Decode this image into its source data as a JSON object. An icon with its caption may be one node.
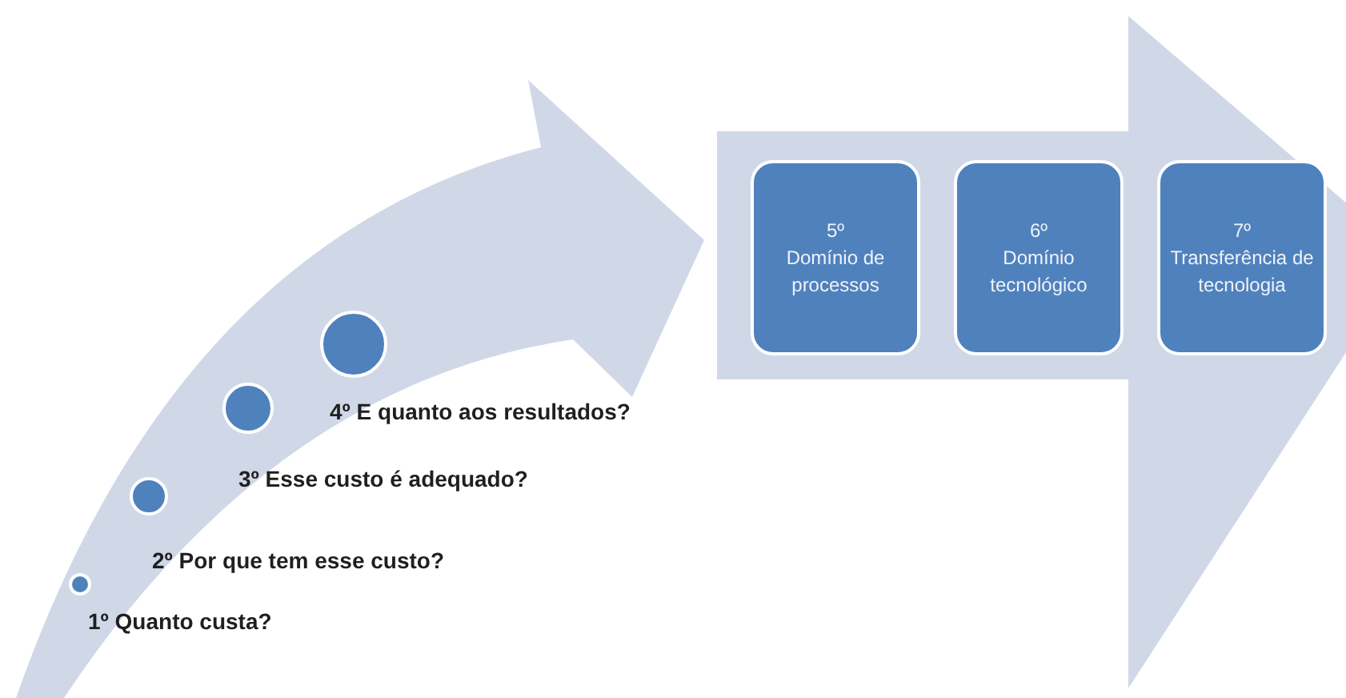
{
  "diagram": {
    "nodes": [
      {
        "text": [],
        "shape": "circle",
        "beside": [
          "1º Quanto custa?"
        ]
      },
      {
        "text": [],
        "shape": "circle",
        "beside": [
          "2º Por que tem esse custo?"
        ]
      },
      {
        "text": [],
        "shape": "circle",
        "beside": [
          "3º Esse custo é adequado?"
        ]
      },
      {
        "text": [],
        "shape": "circle",
        "beside": [
          "4º E quanto aos resultados?"
        ]
      },
      {
        "text": [
          "5º",
          "Domínio de processos"
        ]
      },
      {
        "text": [
          "6º",
          "Domínio tecnológico"
        ]
      },
      {
        "text": [
          "7º",
          "Transferência de tecnologia"
        ]
      }
    ],
    "edges": []
  }
}
